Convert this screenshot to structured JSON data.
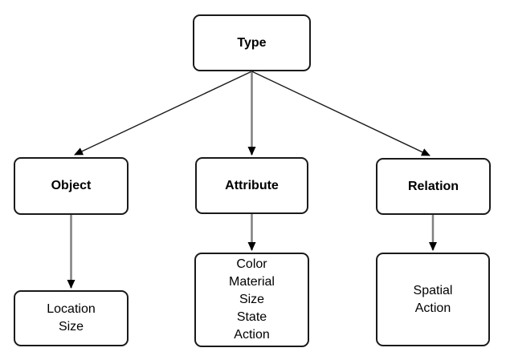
{
  "diagram": {
    "nodes": {
      "type": {
        "label": "Type"
      },
      "object": {
        "label": "Object"
      },
      "attribute": {
        "label": "Attribute"
      },
      "relation": {
        "label": "Relation"
      },
      "object_values": {
        "label": "Location\nSize"
      },
      "attribute_values": {
        "label": "Color\nMaterial\nSize\nState\nAction"
      },
      "relation_values": {
        "label": "Spatial\nAction"
      }
    },
    "edges": [
      {
        "from": "Type",
        "to": "Object"
      },
      {
        "from": "Type",
        "to": "Attribute"
      },
      {
        "from": "Type",
        "to": "Relation"
      },
      {
        "from": "Object",
        "to": "Location / Size"
      },
      {
        "from": "Attribute",
        "to": "Color / Material / Size / State / Action"
      },
      {
        "from": "Relation",
        "to": "Spatial / Action"
      }
    ],
    "colors": {
      "background": "#ffffff",
      "node_fill": "#ffffff",
      "node_border": "#1a1a1a",
      "text": "#000000",
      "edge_diagonal": "#1a1a1a",
      "edge_vertical": "#808080",
      "arrowhead": "#000000"
    }
  }
}
